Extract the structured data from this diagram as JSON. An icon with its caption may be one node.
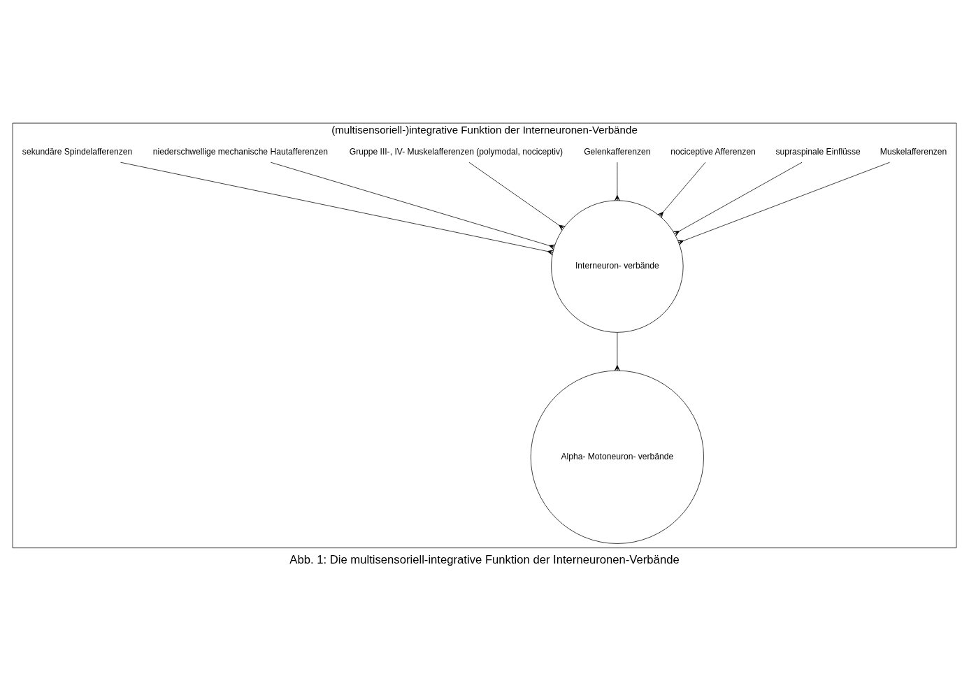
{
  "diagram": {
    "caption": "Abb. 1: Die multisensoriell-integrative Funktion der Interneuronen-Verbände",
    "nodes": [
      {
        "text": [
          "(multisensoriell-)integrative Funktion der Interneuronen-Verbände"
        ]
      },
      {
        "text": [
          "Muskelafferenzen"
        ],
        "in": 0
      },
      {
        "text": [
          "supraspinale Einflüsse"
        ],
        "in": 0
      },
      {
        "text": [
          "nociceptive Afferenzen"
        ],
        "in": 0
      },
      {
        "text": [
          "Gelenkafferenzen"
        ],
        "in": 0
      },
      {
        "text": [
          "Gruppe III-, IV- Muskelafferenzen (polymodal, nociceptiv)"
        ],
        "in": 0
      },
      {
        "text": [
          "niederschwellige mechanische Hautafferenzen"
        ],
        "in": 0
      },
      {
        "text": [
          "Interneuron- verbände"
        ],
        "in": 0
      },
      {
        "text": [
          "sekundäre Spindelafferenzen"
        ],
        "in": 0
      },
      {
        "text": [
          "Alpha- Motoneuron- verbände"
        ],
        "in": 0
      }
    ],
    "edges": [
      {
        "from": 1,
        "to": 7,
        "arrow": "other"
      },
      {
        "from": 2,
        "to": 7,
        "arrow": "other"
      },
      {
        "from": 3,
        "to": 7,
        "arrow": "other"
      },
      {
        "from": 4,
        "to": 7,
        "arrow": "other"
      },
      {
        "from": 5,
        "to": 7,
        "arrow": "other"
      },
      {
        "from": 6,
        "to": 7,
        "arrow": "other"
      },
      {
        "from": 8,
        "to": 7,
        "arrow": "other"
      },
      {
        "from": 7,
        "to": 9,
        "arrow": "other"
      }
    ]
  }
}
